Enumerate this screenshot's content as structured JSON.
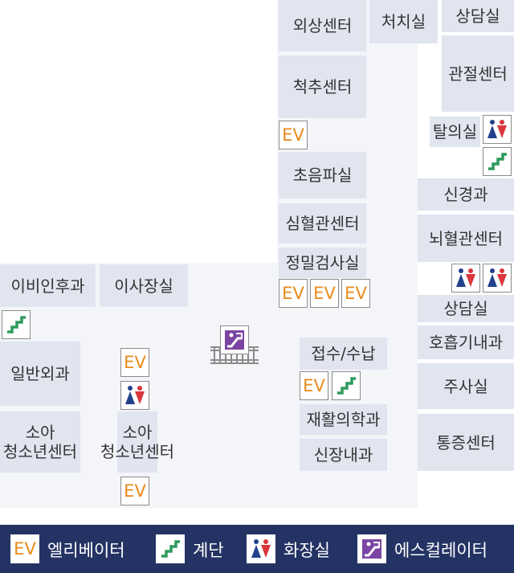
{
  "colors": {
    "room_fill": "#e0e5f0",
    "corridor_fill": "#f4f5f9",
    "legend_background": "#243364",
    "elevator": "#e88a1a",
    "stairs": "#2f9a5b",
    "restroom_male": "#22418c",
    "restroom_female": "#d9363b",
    "escalator": "#7b45a3"
  },
  "rooms": {
    "trauma_center": "외상센터",
    "treatment_room": "처치실",
    "consult_room_top": "상담실",
    "spine_center": "척추센터",
    "joint_center": "관절센터",
    "changing_room": "탈의실",
    "ultrasound_room": "초음파실",
    "nephrology": "신경과",
    "cardiovascular_center": "심혈관센터",
    "cerebrovascular_center": "뇌혈관센터",
    "precision_exam_room": "정밀검사실",
    "ent": "이비인후과",
    "director_room": "이사장실",
    "consult_room_mid": "상담실",
    "respiratory_medicine": "호흡기내과",
    "reception_payment": "접수/수납",
    "general_surgery": "일반외과",
    "injection_room": "주사실",
    "pediatric_center_left_line1": "소아",
    "pediatric_center_left_line2": "청소년센터",
    "pediatric_center_mid_line1": "소아",
    "pediatric_center_mid_line2": "청소년센터",
    "rehabilitation": "재활의학과",
    "pain_center": "통증센터",
    "nephrology_internal": "신장내과"
  },
  "icons": {
    "elevator_text": "EV"
  },
  "legend": {
    "elevator_label": "엘리베이터",
    "stairs_label": "계단",
    "restroom_label": "화장실",
    "escalator_label": "에스컬레이터"
  }
}
